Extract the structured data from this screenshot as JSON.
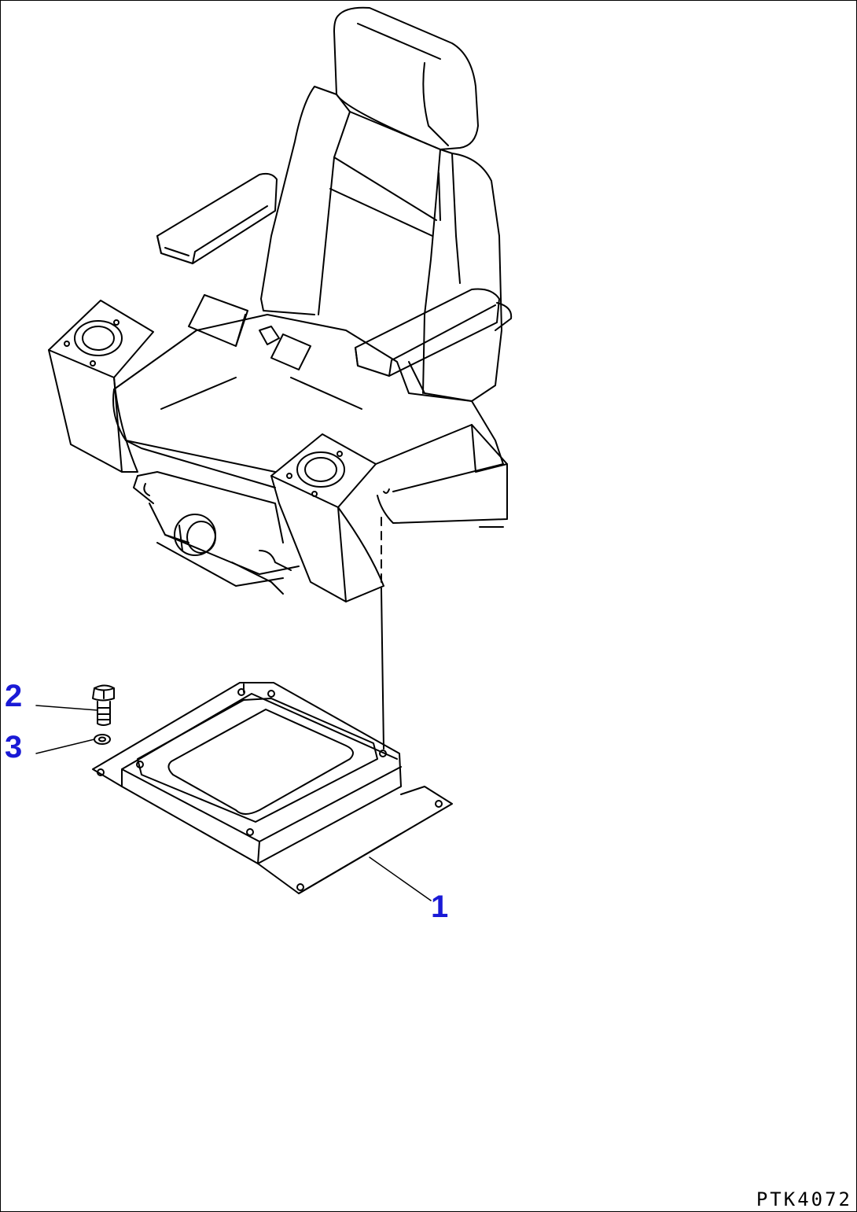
{
  "callouts": [
    {
      "number": "1",
      "part": "seat-bracket"
    },
    {
      "number": "2",
      "part": "bolt"
    },
    {
      "number": "3",
      "part": "washer"
    }
  ],
  "drawing_code": "PTK4072",
  "colors": {
    "callout": "#1a1ad6",
    "line": "#000000",
    "background": "#ffffff"
  }
}
